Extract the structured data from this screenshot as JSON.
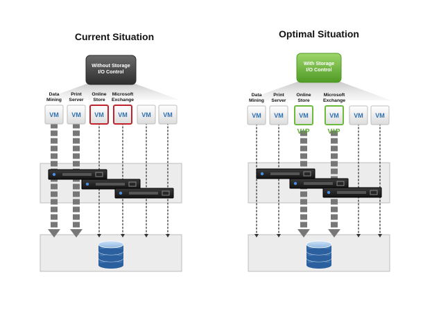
{
  "colors": {
    "highlight_red": "#c0232c",
    "highlight_green": "#6dbb3c",
    "vm_text": "#2f6fae",
    "control_box_dark": "#4a4a4a",
    "control_box_green": "#6dbb3c",
    "panel_bg": "#ececec"
  },
  "panels": [
    {
      "title": "Current Situation",
      "control_label": [
        "Without Storage",
        "I/O Control"
      ],
      "columns": [
        {
          "label": [
            "Data",
            "Mining"
          ],
          "vm": "VM",
          "highlight": false,
          "vip": ""
        },
        {
          "label": [
            "Print",
            "Server"
          ],
          "vm": "VM",
          "highlight": false,
          "vip": ""
        },
        {
          "label": [
            "Online",
            "Store"
          ],
          "vm": "VM",
          "highlight": true,
          "vip": ""
        },
        {
          "label": [
            "Microsoft",
            "Exchange"
          ],
          "vm": "VM",
          "highlight": true,
          "vip": ""
        },
        {
          "label": [],
          "vm": "VM",
          "highlight": false,
          "vip": ""
        },
        {
          "label": [],
          "vm": "VM",
          "highlight": false,
          "vip": ""
        }
      ]
    },
    {
      "title": "Optimal Situation",
      "control_label": [
        "With Storage",
        "I/O Control"
      ],
      "columns": [
        {
          "label": [
            "Data",
            "Mining"
          ],
          "vm": "VM",
          "highlight": false,
          "vip": ""
        },
        {
          "label": [
            "Print",
            "Server"
          ],
          "vm": "VM",
          "highlight": false,
          "vip": ""
        },
        {
          "label": [
            "Online",
            "Store"
          ],
          "vm": "VM",
          "highlight": true,
          "vip": "VIP"
        },
        {
          "label": [
            "Microsoft",
            "Exchange"
          ],
          "vm": "VM",
          "highlight": true,
          "vip": "VIP"
        },
        {
          "label": [],
          "vm": "VM",
          "highlight": false,
          "vip": ""
        },
        {
          "label": [],
          "vm": "VM",
          "highlight": false,
          "vip": ""
        }
      ]
    }
  ]
}
